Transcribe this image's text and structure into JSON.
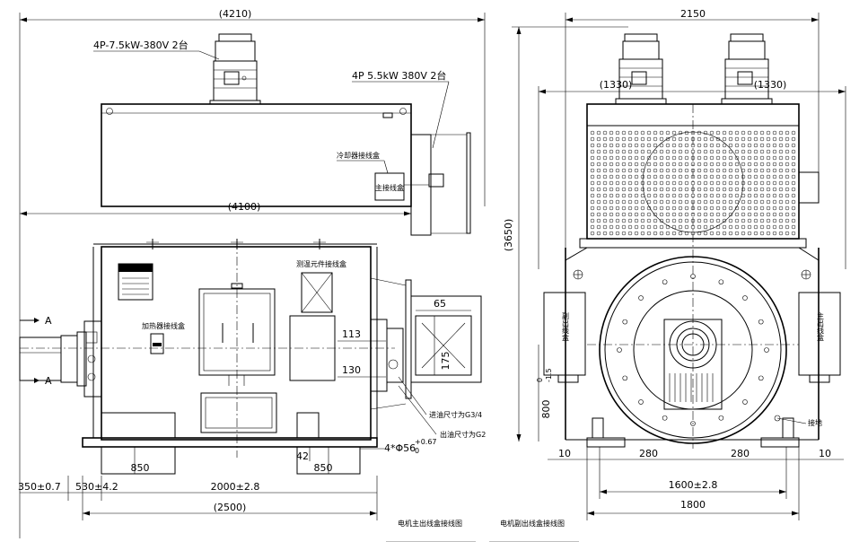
{
  "front_view": {
    "dims": {
      "overall_length": "(4210)",
      "body_length": "(4100)",
      "foot_spacing": "2000±2.8",
      "base_length": "(2500)",
      "shaft_ext": "350±0.7",
      "shaft_to_foot": "530±4.2",
      "foot_span_left": "850",
      "foot_span_right": "850",
      "dim_42": "42",
      "bolt_holes": "4*Φ56",
      "bolt_tol_upper": "+0.67",
      "bolt_tol_lower": "0",
      "dim_113": "113",
      "dim_130": "130",
      "dim_65": "65",
      "dim_175": "175"
    },
    "labels": {
      "fan_motor_top": "4P-7.5kW-380V  2台",
      "fan_motor_side": "4P  5.5kW  380V  2台",
      "cooler_box": "冷却器接线盒",
      "main_box_small": "主接线盒",
      "measure_box": "测温元件接线盒",
      "heater_box": "加热器接线盒",
      "oil_in": "进油尺寸为G3/4",
      "oil_out": "出油尺寸为G2",
      "section_a1": "A",
      "section_a2": "A",
      "title": "电机主出线盒接线图"
    }
  },
  "side_view": {
    "dims": {
      "overall_width": "2150",
      "half_left": "(1330)",
      "half_right": "(1330)",
      "height": "(3650)",
      "shaft_height": "800",
      "shaft_height_tol_upper": "0",
      "shaft_height_tol_lower": "-1.5",
      "foot_left_10": "10",
      "foot_right_10": "10",
      "foot_left_280": "280",
      "foot_right_280": "280",
      "foot_spacing": "1600±2.8",
      "base_width": "1800"
    },
    "labels": {
      "aux_box": "副出线盒",
      "main_box": "主出线盒",
      "ground": "接地",
      "title": "电机副出线盒接线图"
    }
  }
}
